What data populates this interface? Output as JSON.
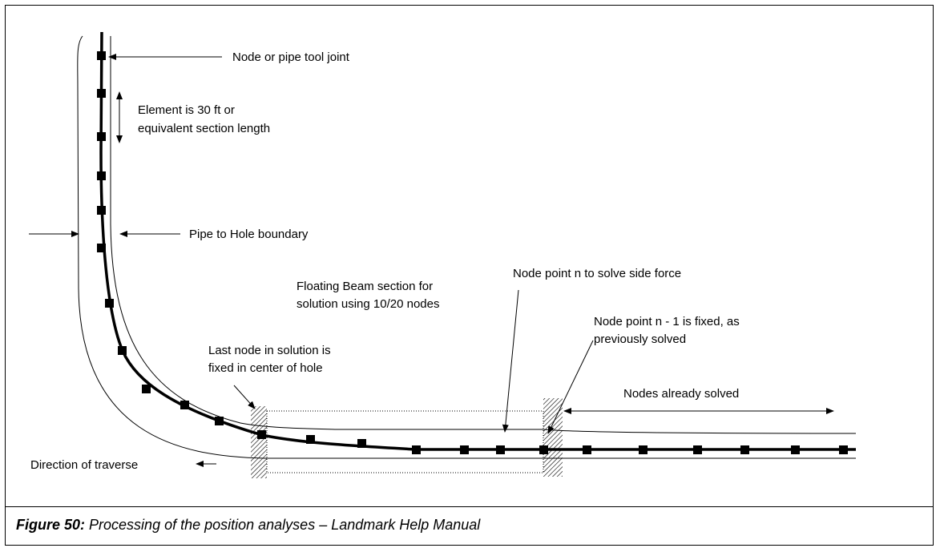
{
  "labels": {
    "node_joint": "Node or pipe tool joint",
    "element_line1": "Element is 30 ft or",
    "element_line2": "equivalent section length",
    "pipe_hole": "Pipe to Hole boundary",
    "floating_line1": "Floating Beam section for",
    "floating_line2": "solution using 10/20 nodes",
    "node_n": "Node point n to solve side force",
    "node_n1_line1": "Node point n - 1 is fixed, as",
    "node_n1_line2": "previously solved",
    "last_node_line1": "Last node in solution is",
    "last_node_line2": "fixed in center of hole",
    "nodes_solved": "Nodes already solved",
    "direction": "Direction of traverse"
  },
  "caption": {
    "label": "Figure 50:",
    "text": " Processing of the position analyses – Landmark Help Manual"
  },
  "colors": {
    "line": "#000000",
    "background": "#ffffff"
  }
}
